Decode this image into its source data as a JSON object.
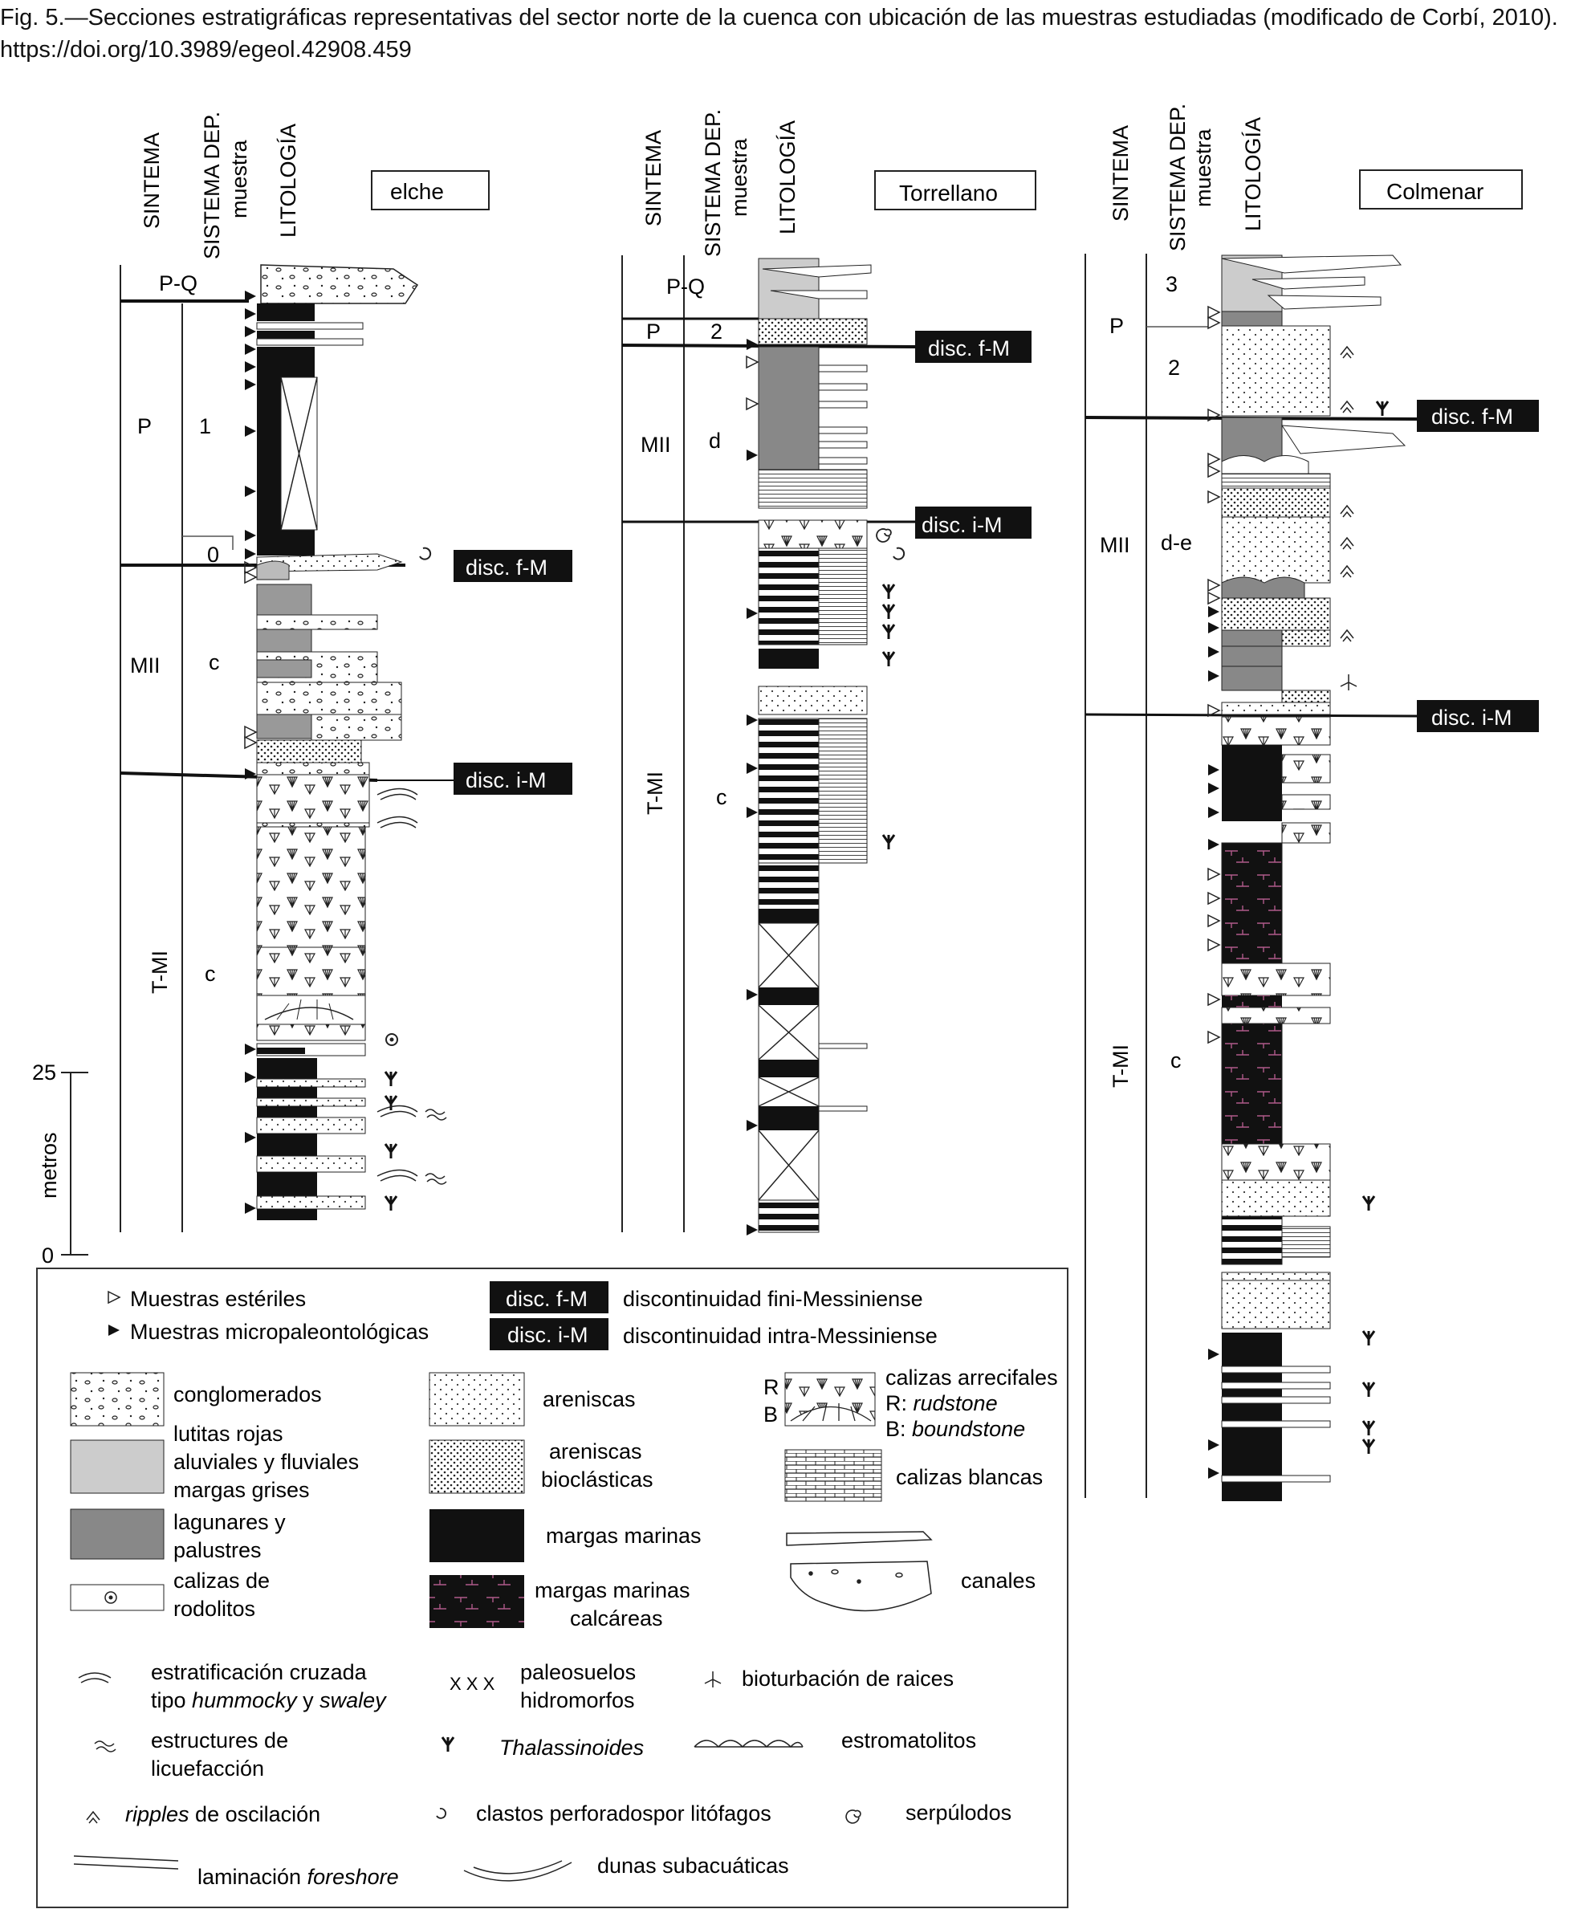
{
  "caption": "Fig. 5.—Secciones estratigráficas representativas del sector norte de la cuenca con ubicación de las muestras estudiadas (modificado de Corbí, 2010). https://doi.org/10.3989/egeol.42908.459",
  "column_headers": {
    "sintema": "SINTEMA",
    "sistema_dep": "SISTEMA DEP.",
    "muestra": "muestra",
    "litologia": "LITOLOGÍA"
  },
  "sections": [
    {
      "name": "elche",
      "sintemas": [
        "P-Q",
        "P",
        "MII",
        "T-MI"
      ],
      "sistemas_dep": [
        "1",
        "0",
        "c",
        "c"
      ],
      "disc_fm": "disc. f-M",
      "disc_im": "disc. i-M"
    },
    {
      "name": "Torrellano",
      "sintemas": [
        "P-Q",
        "P",
        "MII",
        "T-MI"
      ],
      "sistemas_dep": [
        "2",
        "d",
        "c"
      ],
      "disc_fm": "disc. f-M",
      "disc_im": "disc. i-M"
    },
    {
      "name": "Colmenar",
      "sintemas": [
        "P",
        "MII",
        "T-MI"
      ],
      "sistemas_dep": [
        "3",
        "2",
        "d-e",
        "c"
      ],
      "disc_fm": "disc. f-M",
      "disc_im": "disc. i-M"
    }
  ],
  "scale": {
    "label": "metros",
    "top": "25",
    "bottom": "0"
  },
  "legend": {
    "samples": {
      "sterile": "Muestras estériles",
      "micro": "Muestras micropaleontológicas"
    },
    "disc": [
      {
        "tag": "disc. f-M",
        "text": "discontinuidad fini-Messiniense"
      },
      {
        "tag": "disc. i-M",
        "text": "discontinuidad intra-Messiniense"
      }
    ],
    "lith": {
      "conglomerados": "conglomerados",
      "lutitas": [
        "lutitas rojas",
        "aluviales y fluviales",
        "margas grises"
      ],
      "lagunares": [
        "lagunares y",
        "palustres"
      ],
      "rodolitos": [
        "calizas de",
        "rodolitos"
      ],
      "areniscas": "areniscas",
      "bioclasticas": [
        "areniscas",
        "bioclásticas"
      ],
      "margas_marinas": "margas marinas",
      "margas_calcareas": [
        "margas marinas",
        "calcáreas"
      ],
      "arrecifales": [
        "calizas arrecifales",
        "R: ",
        "rudstone",
        "B: ",
        "boundstone"
      ],
      "rb_letters": [
        "R",
        "B"
      ],
      "blancas": "calizas blancas",
      "canales": "canales"
    },
    "structures": {
      "hummocky": [
        "estratificación cruzada",
        "tipo ",
        "hummocky",
        " y ",
        "swaley"
      ],
      "paleosuelos": [
        "paleosuelos",
        "hidromorfos"
      ],
      "bioturbacion": "bioturbación de raices",
      "licuefaccion": [
        "estructures de",
        "licuefacción"
      ],
      "thalassinoides": "Thalassinoides",
      "estromatolitos": "estromatolitos",
      "ripples": [
        "ripples",
        " de oscilación"
      ],
      "clastos": "clastos perforadospor litófagos",
      "serpulodos": "serpúlodos",
      "laminacion": [
        "laminación ",
        "foreshore"
      ],
      "dunas": "dunas subacuáticas"
    }
  }
}
